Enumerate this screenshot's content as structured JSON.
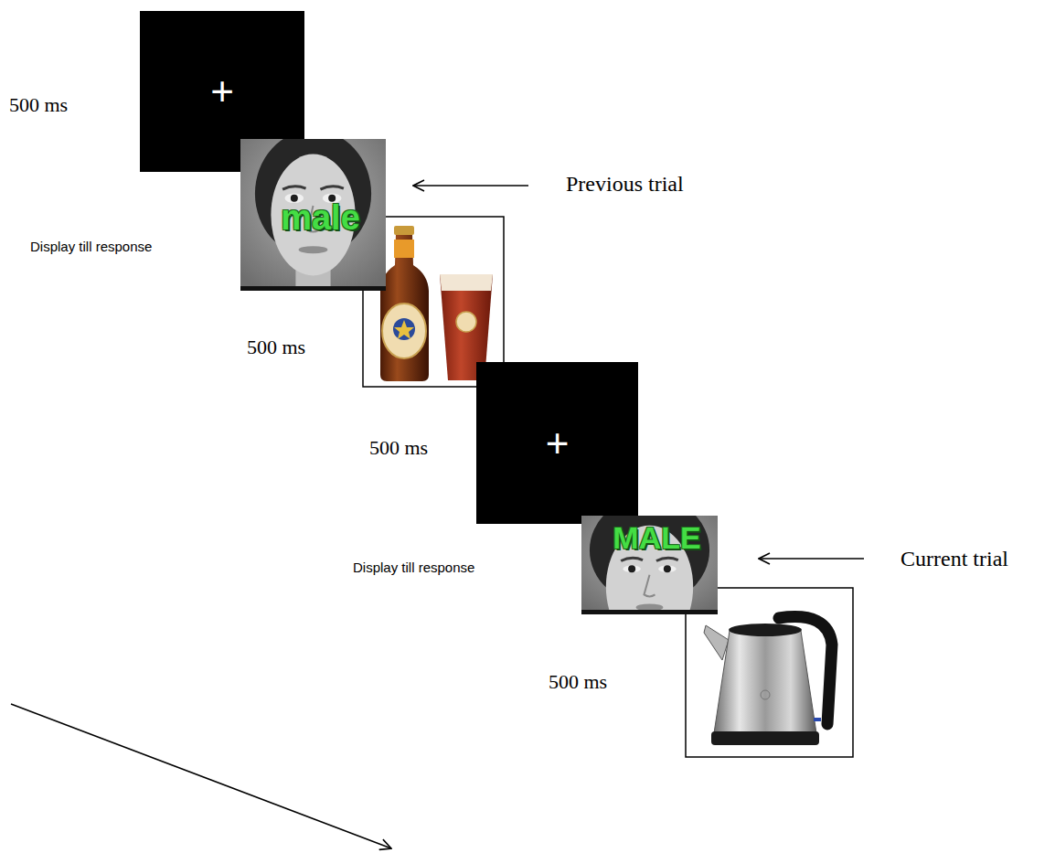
{
  "diagram": {
    "nodes": [
      {
        "text": [
          "+"
        ]
      },
      {
        "text": [
          "male"
        ]
      },
      {
        "text": [
          "+"
        ]
      },
      {
        "text": [
          "MALE"
        ]
      }
    ],
    "labels": [
      "500 ms",
      "Display till response",
      "Previous trial",
      "500 ms",
      "500 ms",
      "Display till response",
      "Current trial",
      "500 ms"
    ]
  }
}
